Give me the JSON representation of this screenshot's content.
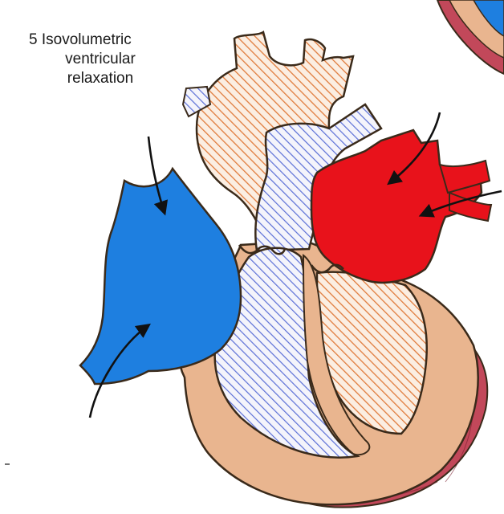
{
  "caption": {
    "line1": "5 Isovolumetric",
    "line2": "ventricular",
    "line3": "relaxation"
  },
  "colors": {
    "wall": "#e9b58f",
    "outline": "#3a2a1a",
    "deoxygenated": "#1e7fe0",
    "oxygenated": "#e8121b",
    "aortic_hatch": "#e07b3c",
    "pulmonary_hatch": "#5b6fd6",
    "pericardium": "#c2485a",
    "arrow": "#111111"
  }
}
